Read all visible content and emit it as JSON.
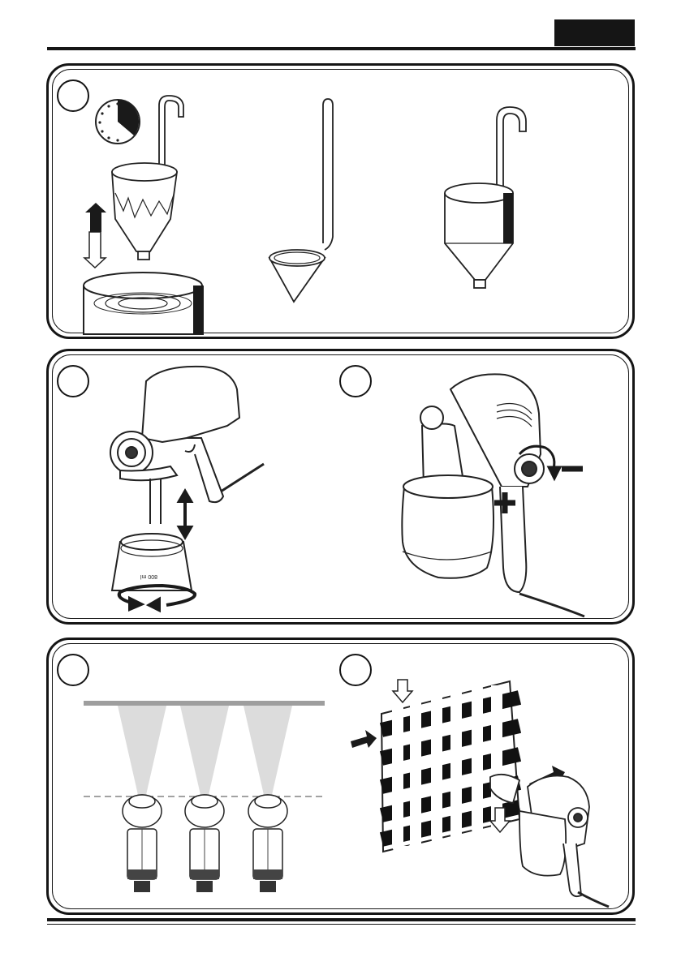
{
  "header": {
    "tab_color": "#151515",
    "rule_color": "#151515"
  },
  "panels": [
    {
      "id": "viscosity-test",
      "steps": 1,
      "icons": [
        "timer-icon",
        "viscosity-cup-icon",
        "drip-icon",
        "up-down-arrow-icon",
        "paint-can-icon",
        "ladle-cup-icon",
        "hook-cup-icon"
      ]
    },
    {
      "id": "container-and-flow",
      "steps": 2,
      "labels": {
        "container_mark": "800 ml",
        "plus_sign": "+",
        "minus_sign": "−"
      },
      "icons": [
        "spray-gun-icon",
        "container-icon",
        "rotate-arrow-icon",
        "flow-dial-icon"
      ]
    },
    {
      "id": "spray-technique",
      "steps": 2,
      "icons": [
        "spray-cone-icon",
        "serpentine-path-icon",
        "direction-arrow-icon"
      ]
    }
  ]
}
